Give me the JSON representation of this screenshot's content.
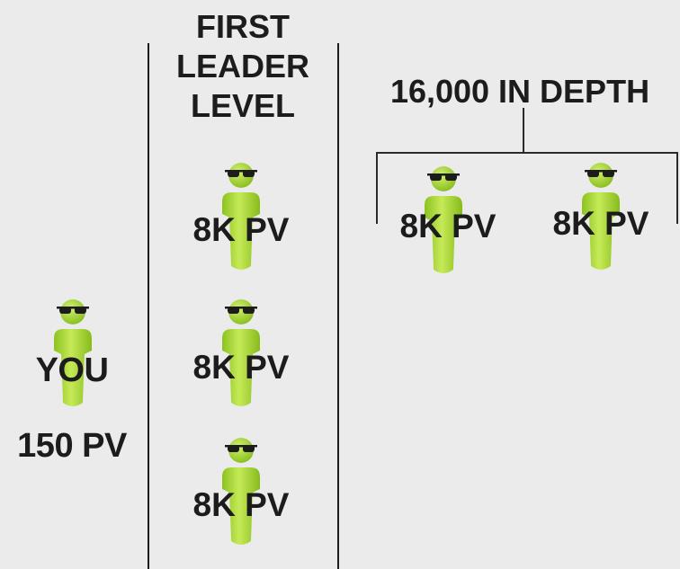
{
  "you": {
    "label": "YOU",
    "pv": "150 PV"
  },
  "first_leader": {
    "heading_lines": [
      "FIRST",
      "LEADER",
      "LEVEL"
    ],
    "members": [
      {
        "label": "8K PV"
      },
      {
        "label": "8K PV"
      },
      {
        "label": "8K PV"
      }
    ]
  },
  "depth": {
    "heading": "16,000 IN DEPTH",
    "members": [
      {
        "label": "8K PV"
      },
      {
        "label": "8K PV"
      }
    ]
  },
  "colors": {
    "figure_body": "#9acd2a",
    "figure_light": "#c8ec5c",
    "sunglasses": "#1a1a1a",
    "text": "#1c1c1c",
    "background": "#ebebeb"
  },
  "icons": [
    "person-with-sunglasses-icon"
  ]
}
